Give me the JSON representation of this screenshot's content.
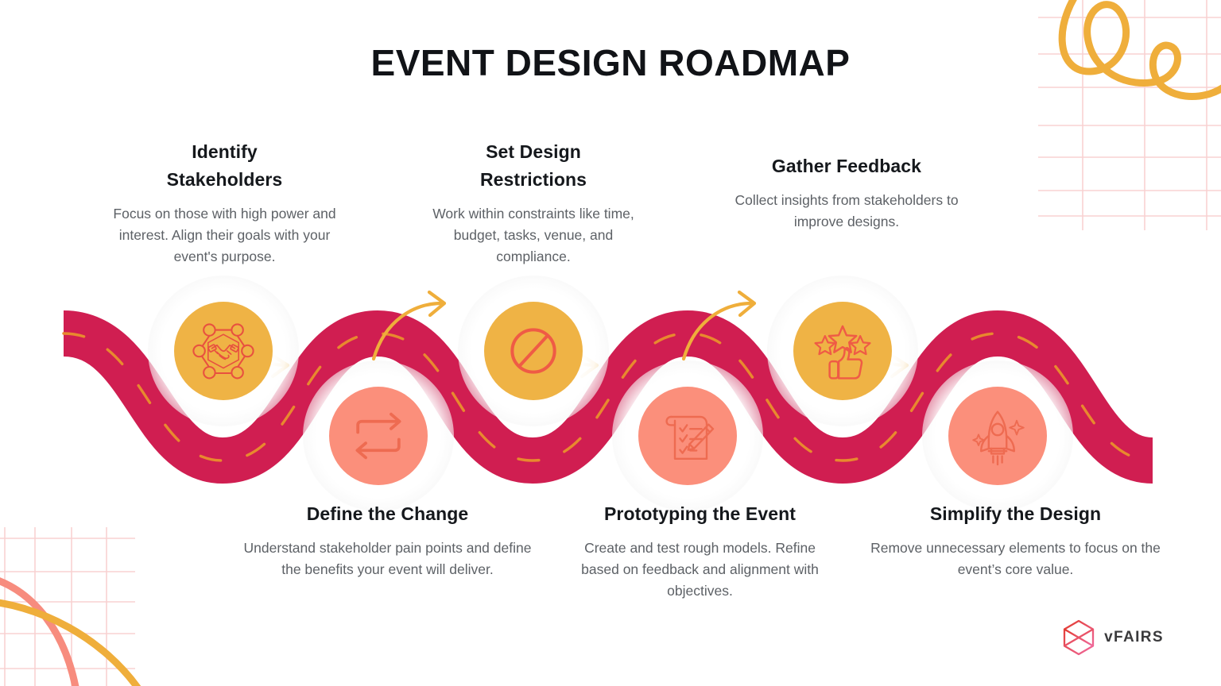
{
  "page": {
    "title": "EVENT DESIGN ROADMAP",
    "background_color": "#FFFFFF"
  },
  "palette": {
    "road": "#D01E51",
    "road_dash": "#E8892E",
    "amber": "#EFB345",
    "salmon": "#FB8F7B",
    "icon_stroke_amber_disc": "#E8513F",
    "icon_stroke_salmon_disc": "#E8513F",
    "arrow": "#EFAE3B",
    "title_text": "#111317",
    "heading_text": "#15181C",
    "body_text": "#5D6166",
    "grid_line": "#F8D2D2",
    "squiggle": "#EFAE3B",
    "arc_coral": "#F78C7E",
    "arc_amber": "#EFAE3B",
    "logo_gradient_from": "#E23A2E",
    "logo_gradient_to": "#F06AA0",
    "logo_text": "#3A3A3C"
  },
  "steps": [
    {
      "id": "identify-stakeholders",
      "position": "top",
      "icon": "handshake-network-icon",
      "badge_color": "#EFB345",
      "title": "Identify\nStakeholders",
      "title_lines": [
        "Identify",
        "Stakeholders"
      ],
      "description": "Focus on those with high power and interest. Align their goals with your event's purpose."
    },
    {
      "id": "set-design-restrictions",
      "position": "top",
      "icon": "prohibition-icon",
      "badge_color": "#EFB345",
      "title": "Set Design\nRestrictions",
      "title_lines": [
        "Set Design",
        "Restrictions"
      ],
      "description": "Work within constraints like time, budget, tasks, venue, and compliance."
    },
    {
      "id": "gather-feedback",
      "position": "top",
      "icon": "thumbs-up-stars-icon",
      "badge_color": "#EFB345",
      "title": "Gather Feedback",
      "title_lines": [
        "Gather Feedback"
      ],
      "description": "Collect insights from stakeholders to improve designs."
    },
    {
      "id": "define-the-change",
      "position": "bottom",
      "icon": "exchange-arrows-icon",
      "badge_color": "#FB8F7B",
      "title": "Define the Change",
      "title_lines": [
        "Define the Change"
      ],
      "description": "Understand stakeholder pain points and define the benefits your event will deliver."
    },
    {
      "id": "prototyping-the-event",
      "position": "bottom",
      "icon": "checklist-pencil-icon",
      "badge_color": "#FB8F7B",
      "title": "Prototyping the Event",
      "title_lines": [
        "Prototyping the Event"
      ],
      "description": "Create and test rough models. Refine based on feedback and alignment with objectives."
    },
    {
      "id": "simplify-the-design",
      "position": "bottom",
      "icon": "rocket-icon",
      "badge_color": "#FB8F7B",
      "title": "Simplify the Design",
      "title_lines": [
        "Simplify the Design"
      ],
      "description": "Remove unnecessary elements to focus on the event’s core value."
    }
  ],
  "logo": {
    "mark": "hexagon-cube-icon",
    "text": "vFAIRS"
  },
  "decorations": {
    "top_right": "yellow-loop-squiggle",
    "bottom_left": "coral-and-amber-arcs",
    "grid": "faint-pink-grid"
  }
}
